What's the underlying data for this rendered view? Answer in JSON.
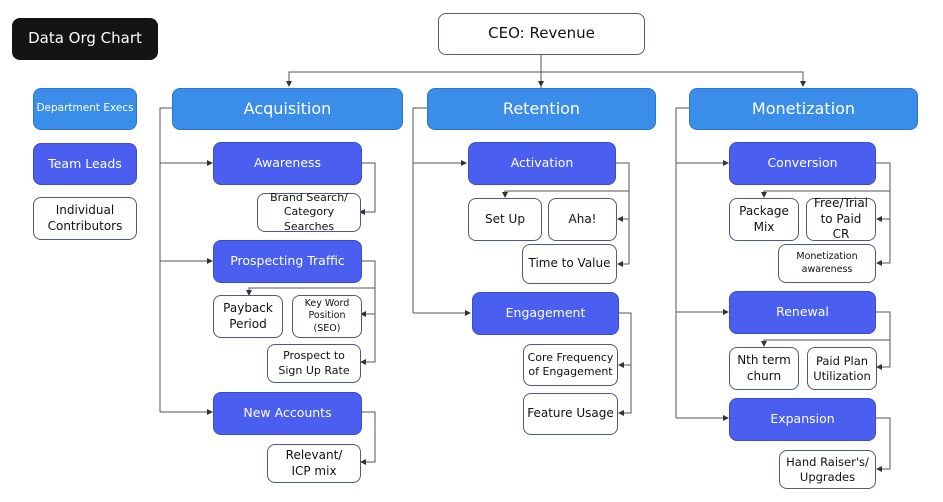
{
  "title": "Data Org Chart",
  "legend": {
    "department_execs": "Department Execs",
    "team_leads": "Team Leads",
    "individual_contributors": "Individual Contributors"
  },
  "ceo": "CEO: Revenue",
  "colors": {
    "department_exec": "#3a8de8",
    "team_lead": "#4a5ef0",
    "title_bg": "#141414",
    "ic_border": "#50558a"
  },
  "departments": [
    {
      "name": "Acquisition",
      "teams": [
        {
          "name": "Awareness",
          "metrics": [
            "Brand Search/ Category Searches"
          ]
        },
        {
          "name": "Prospecting Traffic",
          "metrics": [
            "Payback Period",
            "Key Word Position (SEO)",
            "Prospect to Sign Up Rate"
          ]
        },
        {
          "name": "New Accounts",
          "metrics": [
            "Relevant/ ICP mix"
          ]
        }
      ]
    },
    {
      "name": "Retention",
      "teams": [
        {
          "name": "Activation",
          "metrics": [
            "Set Up",
            "Aha!",
            "Time to Value"
          ]
        },
        {
          "name": "Engagement",
          "metrics": [
            "Core Frequency of Engagement",
            "Feature Usage"
          ]
        }
      ]
    },
    {
      "name": "Monetization",
      "teams": [
        {
          "name": "Conversion",
          "metrics": [
            "Package Mix",
            "Free/Trial to Paid CR",
            "Monetization awareness"
          ]
        },
        {
          "name": "Renewal",
          "metrics": [
            "Nth term churn",
            "Paid Plan Utilization"
          ]
        },
        {
          "name": "Expansion",
          "metrics": [
            "Hand Raiser's/ Upgrades"
          ]
        }
      ]
    }
  ]
}
